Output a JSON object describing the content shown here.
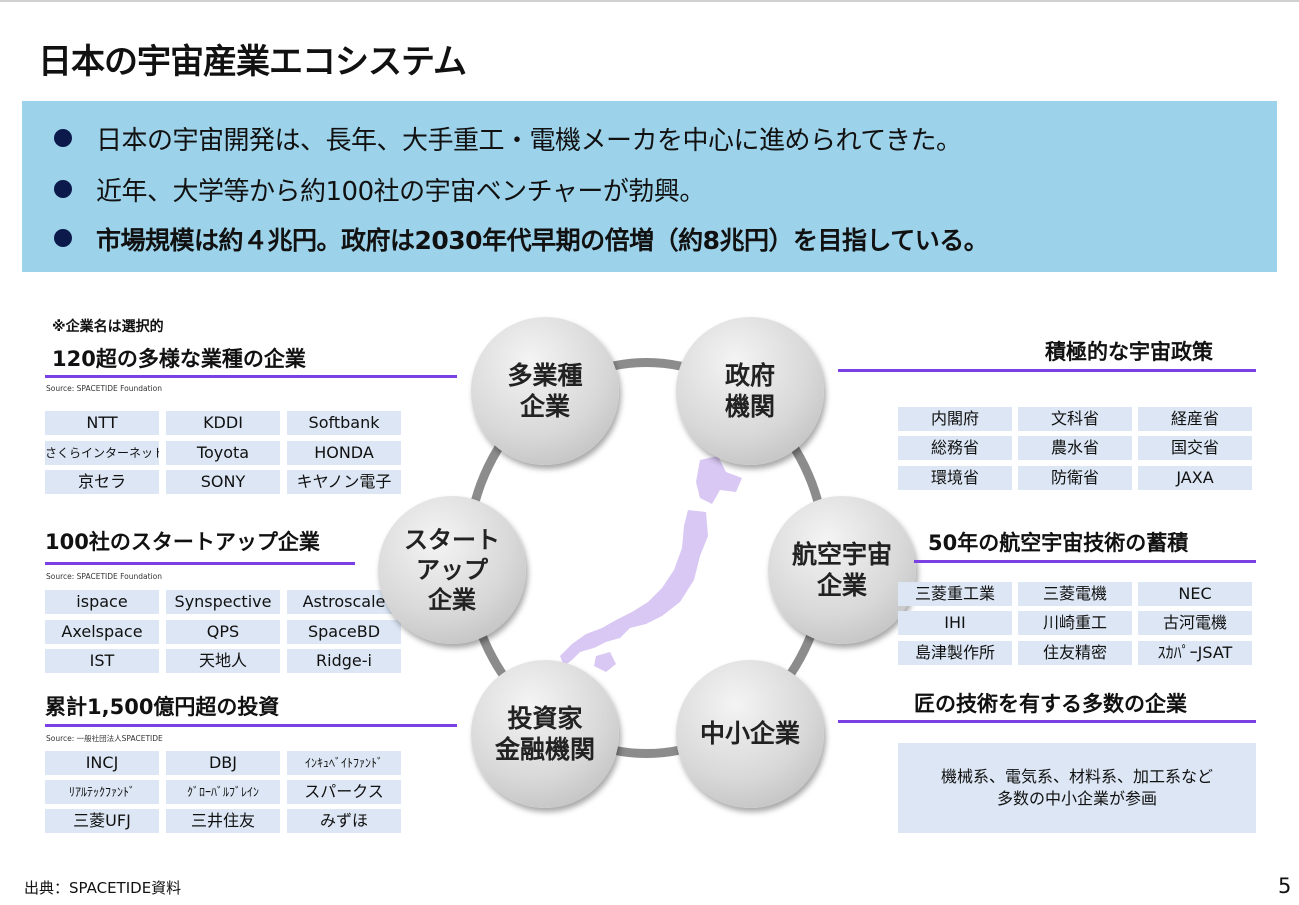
{
  "title": "日本の宇宙産業エコシステム",
  "summary": {
    "bullets": [
      "日本の宇宙開発は、長年、大手重工・電機メーカを中心に進められてきた。",
      "近年、大学等から約100社の宇宙ベンチャーが勃興。",
      "市場規模は約４兆円。政府は2030年代早期の倍増（約8兆円）を目指している。"
    ]
  },
  "note": "※企業名は選択的",
  "left": {
    "industries": {
      "title": "120超の多様な業種の企業",
      "source": "Source: SPACETIDE Foundation",
      "companies": [
        "NTT",
        "KDDI",
        "Softbank",
        "さくらインターネット",
        "Toyota",
        "HONDA",
        "京セラ",
        "SONY",
        "キヤノン電子"
      ]
    },
    "startups": {
      "title": "100社のスタートアップ企業",
      "source": "Source: SPACETIDE Foundation",
      "companies": [
        "ispace",
        "Synspective",
        "Astroscale",
        "Axelspace",
        "QPS",
        "SpaceBD",
        "IST",
        "天地人",
        "Ridge-i"
      ]
    },
    "investment": {
      "title": "累計1,500億円超の投資",
      "source": "Source: 一般社団法人SPACETIDE",
      "companies": [
        "INCJ",
        "DBJ",
        "ｲﾝｷｭﾍﾞｲﾄﾌｧﾝﾄﾞ",
        "ﾘｱﾙﾃｯｸﾌｧﾝﾄﾞ",
        "ｸﾞﾛｰﾊﾞﾙﾌﾞﾚｲﾝ",
        "スパークス",
        "三菱UFJ",
        "三井住友",
        "みずほ"
      ]
    }
  },
  "right": {
    "policy": {
      "title": "積極的な宇宙政策",
      "agencies": [
        "内閣府",
        "文科省",
        "経産省",
        "総務省",
        "農水省",
        "国交省",
        "環境省",
        "防衛省",
        "JAXA"
      ]
    },
    "aerospace": {
      "title": "50年の航空宇宙技術の蓄積",
      "companies": [
        "三菱重工業",
        "三菱電機",
        "NEC",
        "IHI",
        "川崎重工",
        "古河電機",
        "島津製作所",
        "住友精密",
        "ｽｶﾊﾟｰJSAT"
      ]
    },
    "sme": {
      "title": "匠の技術を有する多数の企業",
      "text": "機械系、電気系、材料系、加工系など\n多数の中小企業が参画"
    }
  },
  "hub": {
    "nodes": {
      "industry": "多業種\n企業",
      "government": "政府\n機関",
      "startup": "スタート\nアップ\n企業",
      "aerospace": "航空宇宙\n企業",
      "investor": "投資家\n金融機関",
      "sme": "中小企業"
    },
    "ring_color": "#8c8c8c",
    "map_color": "#d9c8f4"
  },
  "colors": {
    "summary_bg": "#9dd3ea",
    "rule": "#7b3fe4",
    "cell_bg": "#dce6f4"
  },
  "footer": {
    "source": "出典：SPACETIDE資料",
    "page_number": "5"
  }
}
